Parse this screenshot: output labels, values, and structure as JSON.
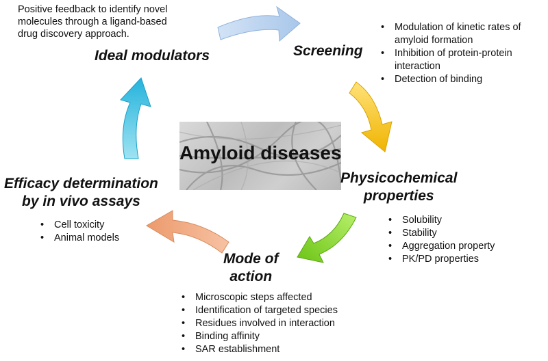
{
  "center": {
    "title": "Amyloid diseases"
  },
  "stages": {
    "ideal_modulators": {
      "label": "Ideal modulators",
      "note_lines": [
        "Positive feedback to identify novel",
        "molecules through a ligand-based",
        "drug discovery approach."
      ]
    },
    "screening": {
      "label": "Screening",
      "bullets": [
        "Modulation of kinetic rates of",
        "amyloid formation",
        "Inhibition of protein-protein",
        "interaction",
        "Detection of binding"
      ]
    },
    "physicochemical": {
      "label_lines": [
        "Physicochemical",
        "properties"
      ],
      "bullets": [
        "Solubility",
        "Stability",
        "Aggregation property",
        "PK/PD properties"
      ]
    },
    "mode_of_action": {
      "label_lines": [
        "Mode of",
        "action"
      ],
      "bullets": [
        "Microscopic steps affected",
        "Identification of targeted species",
        "Residues involved in interaction",
        "Binding affinity",
        "SAR establishment"
      ]
    },
    "efficacy": {
      "label_lines": [
        "Efficacy determination",
        "by in vivo assays"
      ],
      "bullets": [
        "Cell toxicity",
        "Animal models"
      ]
    }
  },
  "colors": {
    "arrow_screening": "#b9d3ef",
    "arrow_physicochemical": "#f5c518",
    "arrow_mode": "#8fd62a",
    "arrow_efficacy": "#f0a87f",
    "arrow_ideal": "#4fc3e0"
  }
}
